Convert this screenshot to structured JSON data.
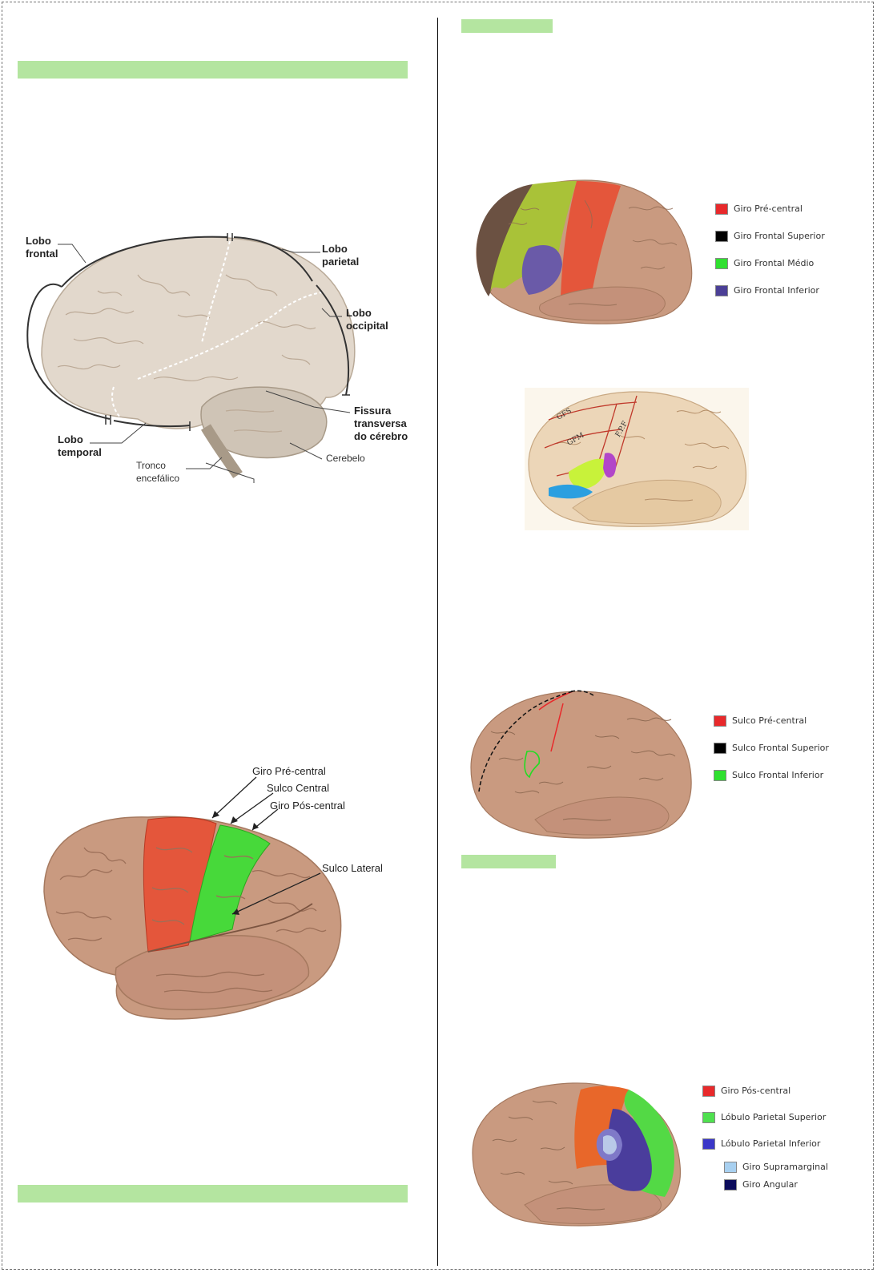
{
  "colors": {
    "header_bar": "#b4e5a0",
    "brain_skin": "#c99a80",
    "pale_brain": "#e2d8cc",
    "red": "#e8292b",
    "green": "#2fd62f",
    "purple": "#4a3f9a"
  },
  "fig1": {
    "lobo_frontal": [
      "Lobo",
      "frontal"
    ],
    "lobo_parietal": [
      "Lobo",
      "parietal"
    ],
    "lobo_occipital": [
      "Lobo",
      "occipital"
    ],
    "fissura": [
      "Fissura",
      "transversa",
      "do cérebro"
    ],
    "lobo_temporal": [
      "Lobo",
      "temporal"
    ],
    "tronco": [
      "Tronco",
      "encefálico"
    ],
    "cerebelo": "Cerebelo"
  },
  "fig2": {
    "giro_pre": "Giro Pré-central",
    "sulco_central": "Sulco Central",
    "giro_pos": "Giro Pós-central",
    "sulco_lateral": "Sulco Lateral"
  },
  "fig3": {
    "legend": [
      {
        "label": "Giro Pré-central",
        "color": "#e8292b"
      },
      {
        "label": "Giro Frontal Superior",
        "color": "#000000"
      },
      {
        "label": "Giro Frontal Médio",
        "color": "#2fe02f"
      },
      {
        "label": "Giro Frontal Inferior",
        "color": "#4b3f96"
      }
    ]
  },
  "fig4": {
    "labels": [
      "GFS",
      "GFM",
      "F.P.F"
    ]
  },
  "fig5": {
    "legend": [
      {
        "label": "Sulco Pré-central",
        "color": "#e8292b"
      },
      {
        "label": "Sulco Frontal Superior",
        "color": "#000000"
      },
      {
        "label": "Sulco Frontal Inferior",
        "color": "#2fe02f"
      }
    ]
  },
  "fig6": {
    "legend": [
      {
        "label": "Giro Pós-central",
        "color": "#e8292b",
        "indent": false
      },
      {
        "label": "Lóbulo Parietal Superior",
        "color": "#4fe04f",
        "indent": false
      },
      {
        "label": "Lóbulo Parietal Inferior",
        "color": "#3b37c8",
        "indent": false
      },
      {
        "label": "Giro Supramarginal",
        "color": "#a8d0f0",
        "indent": true
      },
      {
        "label": "Giro Angular",
        "color": "#0c0c5c",
        "indent": true
      }
    ]
  }
}
